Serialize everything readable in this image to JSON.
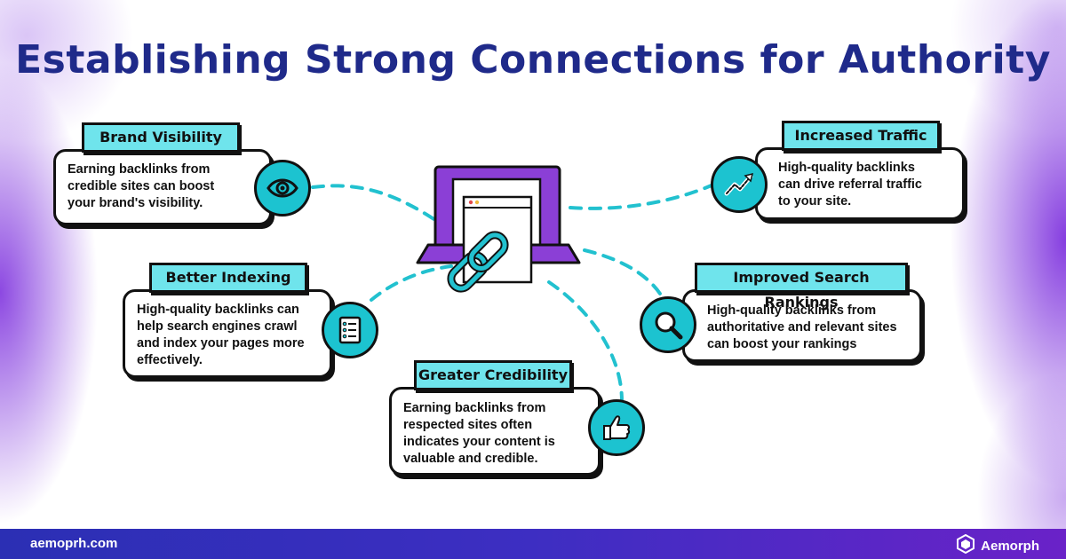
{
  "title": "Establishing Strong Connections for Authority",
  "colors": {
    "title": "#1f2a8a",
    "tag_fill": "#6fe4ec",
    "icon_fill": "#1cc3d0",
    "laptop": "#8b3fd6",
    "connector": "#22c1cf",
    "footer_start": "#2b2fb4",
    "footer_end": "#6a22c8"
  },
  "center_illustration": "laptop-with-link-icon",
  "benefits": [
    {
      "id": "brand-visibility",
      "label": "Brand Visibility",
      "text": "Earning backlinks from credible sites can boost your brand's visibility.",
      "lines": [
        "Earning backlinks from",
        "credible sites can boost",
        "your brand's visibility."
      ],
      "icon": "eye-icon"
    },
    {
      "id": "increased-traffic",
      "label": "Increased Traffic",
      "text": "High-quality backlinks can drive referral traffic to your site.",
      "lines": [
        "High-quality backlinks",
        "can drive referral traffic",
        "to your site."
      ],
      "icon": "trend-up-icon"
    },
    {
      "id": "better-indexing",
      "label": "Better Indexing",
      "text": "High-quality backlinks can help search engines crawl and index your pages more effectively.",
      "lines": [
        "High-quality backlinks can",
        "help search engines crawl",
        "and index your pages more",
        "effectively."
      ],
      "icon": "checklist-icon"
    },
    {
      "id": "improved-search-rankings",
      "label": "Improved Search Rankings",
      "text": "High-quality backlinks from authoritative and relevant sites can boost your rankings",
      "lines": [
        "High-quality backlinks from",
        "authoritative and relevant sites",
        "can boost your rankings"
      ],
      "icon": "magnifier-icon"
    },
    {
      "id": "greater-credibility",
      "label": "Greater Credibility",
      "text": "Earning backlinks from respected sites often indicates your content is valuable and credible.",
      "lines": [
        "Earning backlinks from",
        "respected sites often",
        "indicates your content is",
        "valuable and credible."
      ],
      "icon": "thumbs-up-icon"
    }
  ],
  "footer": {
    "url": "aemoprh.com",
    "brand": "Aemorph",
    "brand_icon": "aemorph-logo-icon"
  }
}
